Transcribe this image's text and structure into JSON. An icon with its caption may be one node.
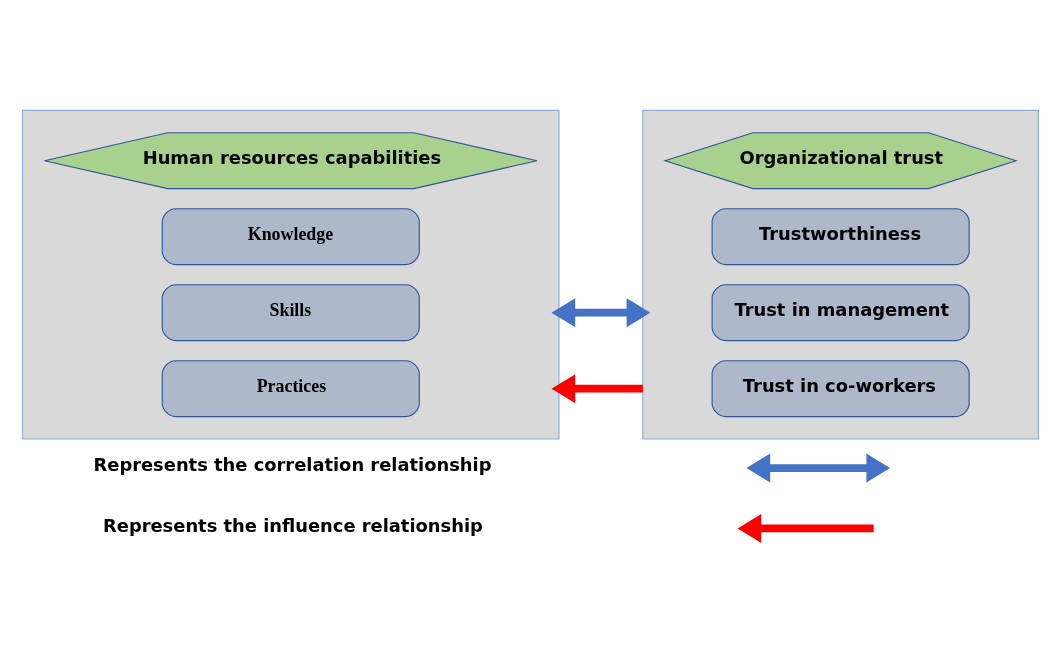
{
  "diagram": {
    "nodes": [
      {
        "text": [],
        "shape": "box"
      },
      {
        "text": [
          "Human resources capabilities"
        ],
        "in": 0
      },
      {
        "text": [
          "Knowledge"
        ],
        "in": 0
      },
      {
        "text": [
          "Skills"
        ],
        "in": 0
      },
      {
        "text": [
          "Practices"
        ],
        "in": 0
      },
      {
        "text": [],
        "shape": "box"
      },
      {
        "text": [
          "Organizational trust"
        ],
        "in": 5
      },
      {
        "text": [
          "Trustworthiness"
        ],
        "in": 5
      },
      {
        "text": [
          "Trust in management"
        ],
        "in": 5
      },
      {
        "text": [
          "Trust in co-workers"
        ],
        "in": 5
      }
    ],
    "edges": [
      {
        "from": 0,
        "to": 5,
        "arrow": "both",
        "color": "#4472c4"
      },
      {
        "from": 5,
        "to": 0,
        "arrow": "to",
        "color": "#ff0000"
      }
    ],
    "legend": [
      {
        "text": "Represents the correlation relationship"
      },
      {
        "text": "Represents the influence relationship"
      }
    ]
  }
}
